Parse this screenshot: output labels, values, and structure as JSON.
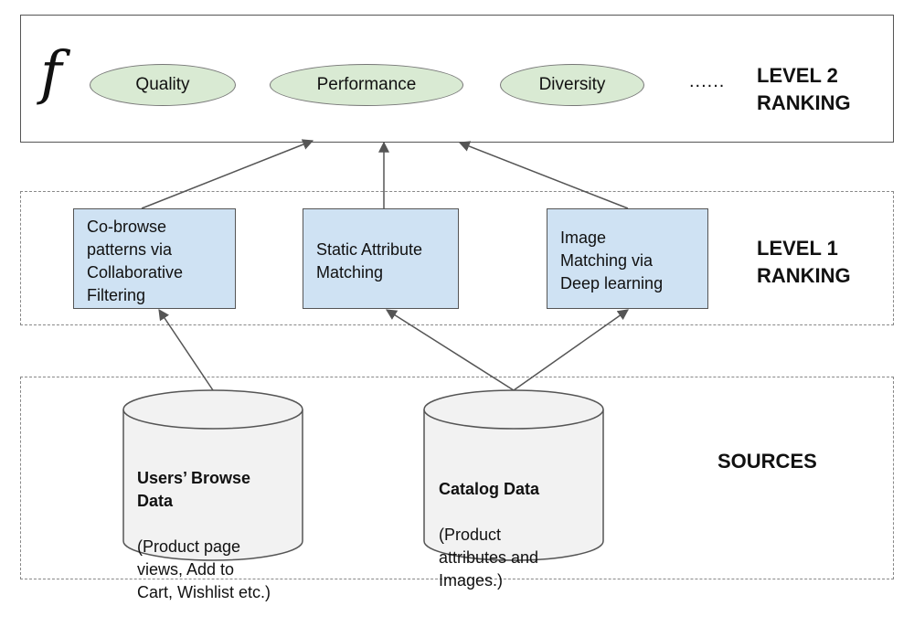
{
  "level2": {
    "function_symbol": "f",
    "criteria": [
      "Quality",
      "Performance",
      "Diversity"
    ],
    "ellipsis": "......",
    "title_line1": "LEVEL 2",
    "title_line2": "RANKING"
  },
  "level1": {
    "title_line1": "LEVEL 1",
    "title_line2": "RANKING",
    "boxes": [
      {
        "label": "Co-browse\npatterns via\nCollaborative\nFiltering"
      },
      {
        "label": "Static Attribute\nMatching"
      },
      {
        "label": "Image\nMatching via\nDeep learning"
      }
    ]
  },
  "sources": {
    "title": "SOURCES",
    "databases": [
      {
        "title": "Users’ Browse\nData",
        "description": "(Product page\nviews, Add to\nCart, Wishlist etc.)"
      },
      {
        "title": "Catalog Data",
        "description": "(Product\nattributes and\nImages.)"
      }
    ]
  },
  "colors": {
    "oval_fill": "#d9ead3",
    "box_fill": "#cfe2f3",
    "cylinder_fill": "#f2f2f2",
    "arrow": "#555555"
  }
}
